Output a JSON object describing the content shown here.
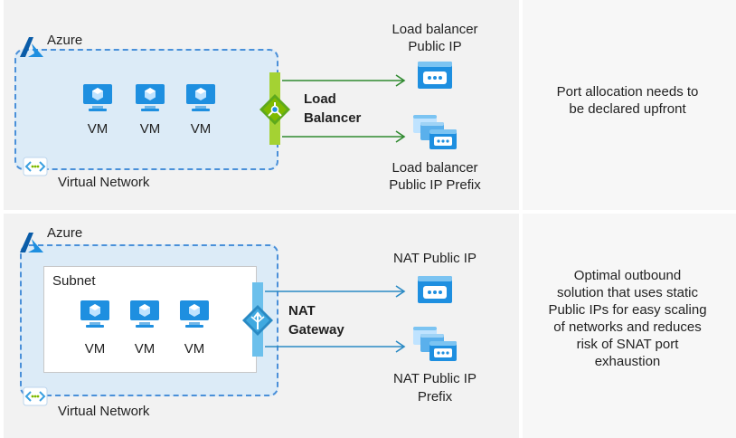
{
  "rows": [
    {
      "azure_label": "Azure",
      "vnet_label": "Virtual Network",
      "subnet_label": "",
      "vm_labels": [
        "VM",
        "VM",
        "VM"
      ],
      "gateway_label_line1": "Load",
      "gateway_label_line2": "Balancer",
      "ip_label_line1": "Load balancer",
      "ip_label_line2": "Public IP",
      "prefix_label_line1": "Load balancer",
      "prefix_label_line2": "Public IP Prefix",
      "description_lines": [
        "Port allocation needs to",
        "be declared upfront"
      ]
    },
    {
      "azure_label": "Azure",
      "vnet_label": "Virtual Network",
      "subnet_label": "Subnet",
      "vm_labels": [
        "VM",
        "VM",
        "VM"
      ],
      "gateway_label_line1": "NAT",
      "gateway_label_line2": "Gateway",
      "ip_label_line1": "NAT Public IP",
      "ip_label_line2": "",
      "prefix_label_line1": "NAT Public IP",
      "prefix_label_line2": "Prefix",
      "description_lines": [
        "Optimal outbound",
        "solution that uses static",
        "Public IPs for easy scaling",
        "of networks and reduces",
        "risk of SNAT port",
        "exhaustion"
      ]
    }
  ],
  "colors": {
    "azure_blue": "#0078d4",
    "lb_green": "#7fba00",
    "arrow_green": "#2f8a2f",
    "nat_blue": "#40a9e0",
    "arrow_blue": "#2a8ac4"
  },
  "icons": {
    "azure": "azure-logo-icon",
    "vm": "virtual-machine-icon",
    "vnet": "virtual-network-icon",
    "lb": "load-balancer-icon",
    "nat": "nat-gateway-icon",
    "ip": "public-ip-icon",
    "prefix": "public-ip-prefix-icon"
  }
}
